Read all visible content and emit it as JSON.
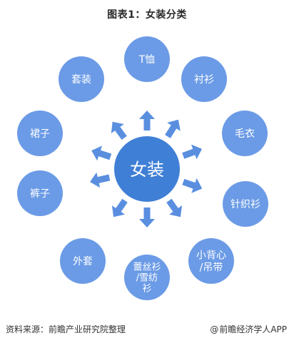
{
  "title": "图表1：女装分类",
  "center": {
    "label": "女装"
  },
  "nodes": [
    {
      "id": "tshirt",
      "lines": [
        "T恤"
      ]
    },
    {
      "id": "shirt",
      "lines": [
        "衬衫"
      ]
    },
    {
      "id": "sweater",
      "lines": [
        "毛衣"
      ]
    },
    {
      "id": "knit",
      "lines": [
        "针织衫"
      ]
    },
    {
      "id": "vest",
      "lines": [
        "小背心",
        "/吊带"
      ]
    },
    {
      "id": "chiffon",
      "lines": [
        "蕾丝衫",
        "/雪纺",
        "衫"
      ]
    },
    {
      "id": "coat",
      "lines": [
        "外套"
      ]
    },
    {
      "id": "trousers",
      "lines": [
        "裤子"
      ]
    },
    {
      "id": "skirt",
      "lines": [
        "裙子"
      ]
    },
    {
      "id": "suit",
      "lines": [
        "套装"
      ]
    }
  ],
  "footer": {
    "source": "资料来源：前瞻产业研究院整理",
    "brand_mark": "@",
    "brand": "前瞻经济学人APP"
  },
  "colors": {
    "center": "#3f7fd6",
    "node": "#6b9be6",
    "arrow": "#5a8fe0",
    "text": "#ffffff"
  }
}
